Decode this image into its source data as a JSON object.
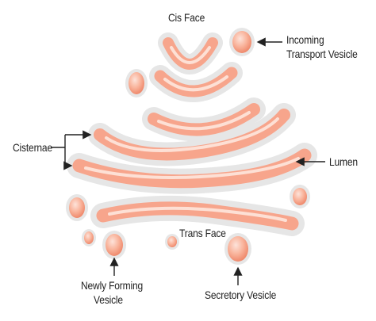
{
  "labels": {
    "cis_face": "Cis Face",
    "incoming_line1": "Incoming",
    "incoming_line2": "Transport Vesicle",
    "cisternae": "Cisternae",
    "lumen": "Lumen",
    "trans_face": "Trans Face",
    "newly_line1": "Newly Forming",
    "newly_line2": "Vesicle",
    "secretory": "Secretory Vesicle"
  },
  "colors": {
    "membrane": "#f7a58c",
    "membrane_dark": "#ee7f62",
    "lumen": "#fde2d8",
    "halo": "#e4e4e4",
    "text": "#222222",
    "arrow": "#222222"
  }
}
